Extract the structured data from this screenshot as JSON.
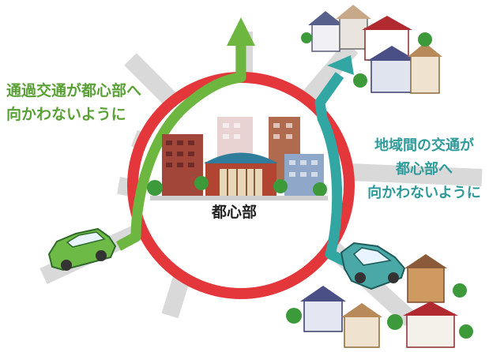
{
  "labels": {
    "left_line1": "通過交通が都心部へ",
    "left_line2": "向かわないように",
    "right_line1": "地域間の交通が",
    "right_line2": "都心部へ",
    "right_line3": "向かわないように",
    "center": "都心部"
  },
  "colors": {
    "ring_red": "#e3373c",
    "ring_light": "#f6e3df",
    "road_gray": "#d8d8d8",
    "arrow_green": "#6db63f",
    "arrow_teal": "#32a6a3",
    "car_green": "#6dbb46",
    "car_teal": "#4aa8a6",
    "text_green": "#5aa135",
    "text_teal": "#2f9a9a"
  },
  "icons": [
    "green-car-icon",
    "teal-car-icon",
    "city-buildings-icon",
    "house-icon",
    "tree-icon"
  ]
}
